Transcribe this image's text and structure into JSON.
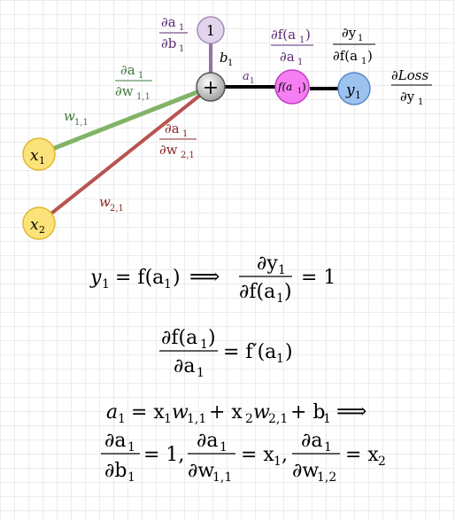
{
  "colors": {
    "input_fill": "#fbe27a",
    "input_stroke": "#e0b830",
    "sum_fill": "#d0d0d0",
    "bias_fill": "#e2d4ec",
    "bias_stroke": "#a58bb8",
    "act_fill": "#f47ef2",
    "act_stroke": "#c040c0",
    "out_fill": "#9cc2f0",
    "out_stroke": "#5a86c8",
    "w11_edge": "#82b366",
    "w21_edge": "#b85450",
    "bias_edge": "#9673a6",
    "grad_green": "#3c7a3c",
    "grad_red": "#8b2a2a",
    "grad_purple": "#5a2a70",
    "text_dark": "#000000"
  },
  "diagram": {
    "nodes": {
      "x1": {
        "base": "x",
        "sub": "1"
      },
      "x2": {
        "base": "x",
        "sub": "2"
      },
      "sum": {
        "symbol": "+"
      },
      "bias": {
        "value": "1"
      },
      "act": {
        "label": "f(a",
        "sub": "1",
        "tail": ")"
      },
      "y1": {
        "base": "y",
        "sub": "1"
      }
    },
    "edges": {
      "w11": {
        "base": "w",
        "sub": "1,1"
      },
      "w21": {
        "base": "w",
        "sub": "2,1"
      },
      "b1": {
        "base": "b",
        "sub": "1"
      },
      "a1": {
        "base": "a",
        "sub": "1"
      }
    },
    "gradients": {
      "da1_dw11": {
        "num": "∂a",
        "num_sub": "1",
        "den": "∂w",
        "den_sub": "1,1"
      },
      "da1_dw21": {
        "num": "∂a",
        "num_sub": "1",
        "den": "∂w",
        "den_sub": "2,1"
      },
      "da1_db1": {
        "num": "∂a",
        "num_sub": "1",
        "den": "∂b",
        "den_sub": "1"
      },
      "df_da1": {
        "num": "∂f(a",
        "num_sub": "1",
        "num_tail": ")",
        "den": "∂a",
        "den_sub": "1"
      },
      "dy1_df": {
        "num": "∂y",
        "num_sub": "1",
        "den": "∂f(a",
        "den_sub": "1",
        "den_tail": ")"
      },
      "dloss_dy1": {
        "num": "∂Loss",
        "den": "∂y",
        "den_sub": "1"
      }
    }
  },
  "equations": {
    "eq1": {
      "lhs": "y",
      "lhs_sub": "1",
      "eq": "= f(a",
      "eq_sub": "1",
      "eq_tail": ")",
      "implies": "⟹",
      "frac_num": "∂y",
      "frac_num_sub": "1",
      "frac_den": "∂f(a",
      "frac_den_sub": "1",
      "frac_den_tail": ")",
      "rhs": "= 1"
    },
    "eq2": {
      "frac_num": "∂f(a",
      "frac_num_sub": "1",
      "frac_num_tail": ")",
      "frac_den": "∂a",
      "frac_den_sub": "1",
      "rhs": "= f′(a",
      "rhs_sub": "1",
      "rhs_tail": ")"
    },
    "eq3": {
      "a": "a",
      "a_sub": "1",
      "eq": "= x",
      "x1_sub": "1",
      "w": "w",
      "w11_sub": "1,1",
      "plus": "+ x",
      "x2_sub": "2",
      "w2": "w",
      "w21_sub": "2,1",
      "plus_b": "+ b",
      "b_sub": "1",
      "implies": "⟹"
    },
    "eq4": {
      "f1_num": "∂a",
      "f1_num_sub": "1",
      "f1_den": "∂b",
      "f1_den_sub": "1",
      "r1": "= 1,",
      "f2_num": "∂a",
      "f2_num_sub": "1",
      "f2_den": "∂w",
      "f2_den_sub": "1,1",
      "r2": "= x",
      "r2_sub": "1",
      "r2_tail": ",",
      "f3_num": "∂a",
      "f3_num_sub": "1",
      "f3_den": "∂w",
      "f3_den_sub": "1,2",
      "r3": "= x",
      "r3_sub": "2"
    }
  }
}
